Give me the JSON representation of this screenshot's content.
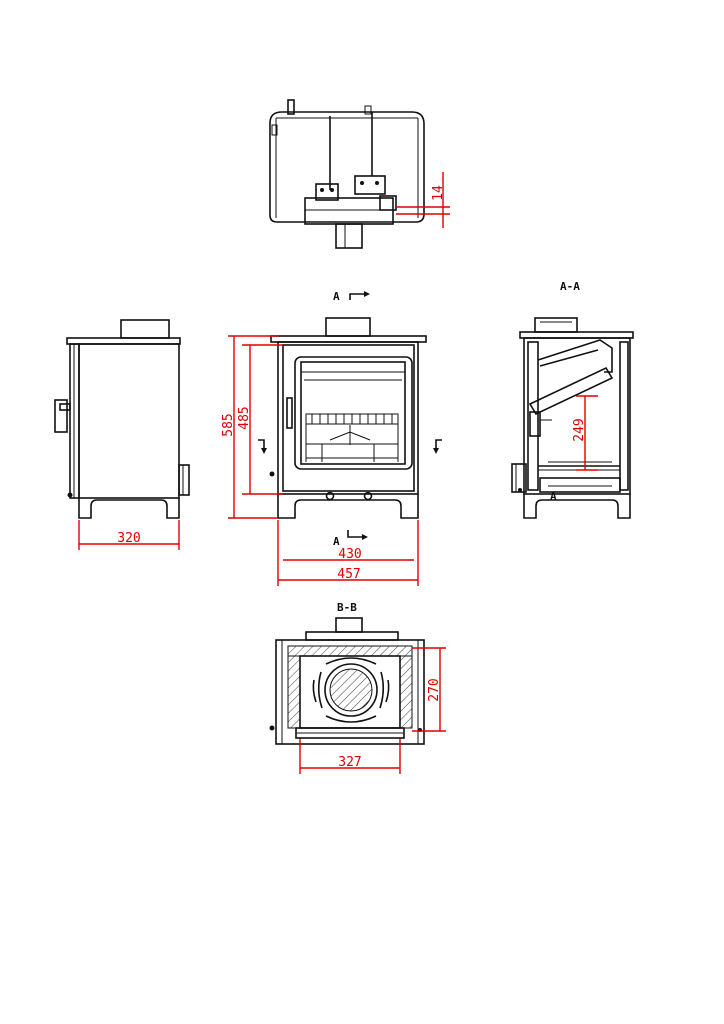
{
  "colors": {
    "outline": "#111111",
    "dimension": "#e00000",
    "background": "#ffffff"
  },
  "labels": {
    "section_a_top": "A",
    "section_a_bottom": "A",
    "section_aa_title": "A-A",
    "section_bb_title": "B-B"
  },
  "dimensions": {
    "top_offset": "14",
    "overall_height": "585",
    "door_height": "485",
    "depth": "320",
    "body_width": "430",
    "overall_width": "457",
    "grate_height": "249",
    "firebox_depth": "270",
    "firebox_width": "327"
  }
}
